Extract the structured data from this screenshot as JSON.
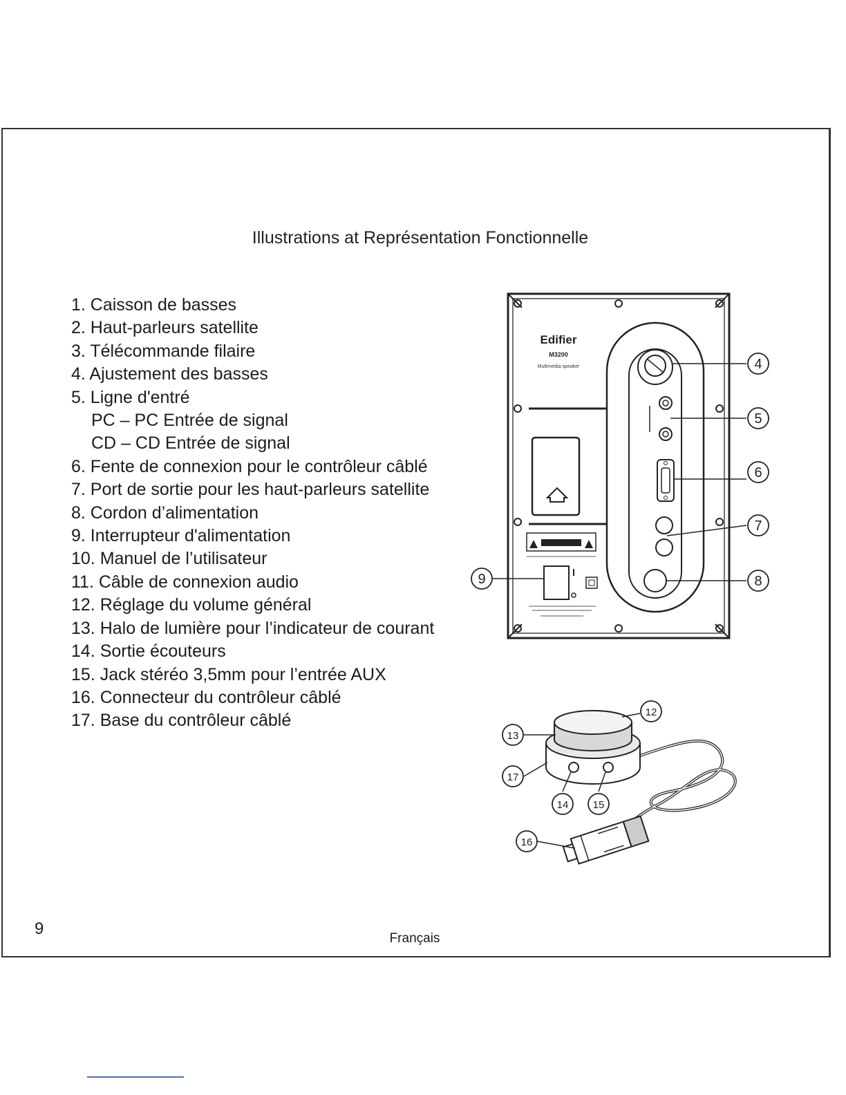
{
  "title": "Illustrations at Représentation Fonctionnelle",
  "parts": [
    {
      "text": "1. Caisson de basses",
      "sub": false
    },
    {
      "text": "2. Haut-parleurs satellite",
      "sub": false
    },
    {
      "text": "3. Télécommande filaire",
      "sub": false
    },
    {
      "text": "4. Ajustement des basses",
      "sub": false
    },
    {
      "text": "5. Ligne d'entré",
      "sub": false
    },
    {
      "text": "PC – PC Entrée de signal",
      "sub": true
    },
    {
      "text": "CD – CD Entrée de signal",
      "sub": true
    },
    {
      "text": "6. Fente de connexion pour le contrôleur câblé",
      "sub": false
    },
    {
      "text": "7. Port de sortie pour les haut-parleurs satellite",
      "sub": false
    },
    {
      "text": "8. Cordon d’alimentation",
      "sub": false
    },
    {
      "text": "9. Interrupteur d'alimentation",
      "sub": false
    },
    {
      "text": "10. Manuel de l’utilisateur",
      "sub": false
    },
    {
      "text": "11. Câble de connexion audio",
      "sub": false
    },
    {
      "text": "12. Réglage du volume général",
      "sub": false
    },
    {
      "text": "13. Halo de lumière pour l’indicateur de courant",
      "sub": false
    },
    {
      "text": "14. Sortie écouteurs",
      "sub": false
    },
    {
      "text": "15. Jack stéréo 3,5mm pour l’entrée AUX",
      "sub": false
    },
    {
      "text": "16. Connecteur du contrôleur câblé",
      "sub": false
    },
    {
      "text": "17. Base du contrôleur câblé",
      "sub": false
    }
  ],
  "speaker_panel": {
    "brand": "Edifier",
    "model": "M3200",
    "subtitle": "Multimedia speaker",
    "callouts": [
      "4",
      "5",
      "6",
      "7",
      "8",
      "9"
    ]
  },
  "controller": {
    "callouts": [
      "12",
      "13",
      "17",
      "14",
      "15",
      "16"
    ]
  },
  "page_number": "9",
  "footer_language": "Français"
}
